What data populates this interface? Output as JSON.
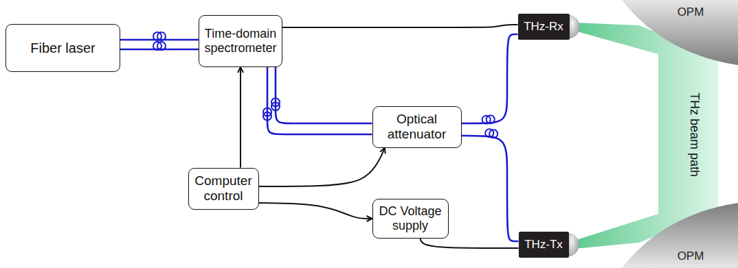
{
  "diagram": {
    "nodes": [
      {
        "text": [
          "Fiber laser"
        ]
      },
      {
        "text": [
          "Time-domain spectrometer"
        ]
      },
      {
        "text": [
          "THz-Rx"
        ]
      },
      {
        "text": [
          "Optical attenuator"
        ]
      },
      {
        "text": [
          "Computer control"
        ]
      },
      {
        "text": [
          "DC Voltage supply"
        ]
      },
      {
        "text": [
          "THz-Tx"
        ]
      },
      {
        "text": [
          "THz beam path"
        ]
      }
    ],
    "edges": [
      {
        "from": 0,
        "to": 1,
        "arrow": "none"
      },
      {
        "from": 0,
        "to": 1,
        "arrow": "none"
      },
      {
        "from": 1,
        "to": 2,
        "arrow": "none"
      },
      {
        "from": 1,
        "to": 3,
        "arrow": "none"
      },
      {
        "from": 1,
        "to": 3,
        "arrow": "none"
      },
      {
        "from": 3,
        "to": 2,
        "arrow": "none"
      },
      {
        "from": 3,
        "to": 6,
        "arrow": "none"
      },
      {
        "from": 4,
        "to": 1,
        "arrow": "to"
      },
      {
        "from": 4,
        "to": 3,
        "arrow": "to"
      },
      {
        "from": 4,
        "to": 5,
        "arrow": "to"
      },
      {
        "from": 5,
        "to": 6,
        "arrow": "none"
      }
    ],
    "labels": [
      "OPM",
      "OPM"
    ]
  }
}
